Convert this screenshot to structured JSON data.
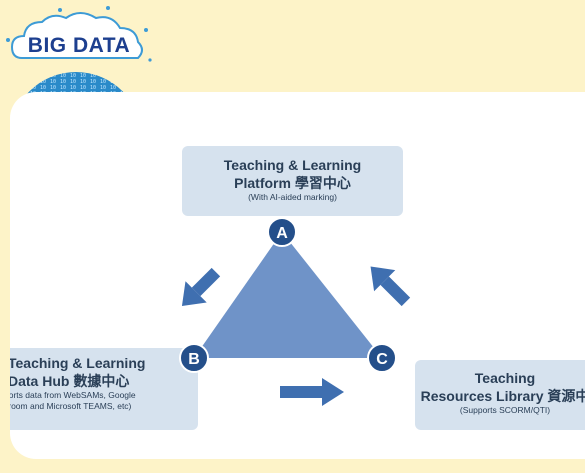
{
  "logo": {
    "text": "BIG DATA"
  },
  "diagram": {
    "node_a": {
      "letter": "A",
      "line1": "Teaching & Learning",
      "line2": "Platform 學習中心",
      "note": "(With AI-aided marking)"
    },
    "node_b": {
      "letter": "B",
      "line1": "Teaching & Learning",
      "line2": "Data Hub 數據中心",
      "note1": "ports data from WebSAMs, Google",
      "note2": "sroom and Microsoft TEAMS, etc)"
    },
    "node_c": {
      "letter": "C",
      "line1": "Teaching",
      "line2": "Resources Library 資源中",
      "note": "(Supports SCORM/QTI)"
    }
  },
  "colors": {
    "background": "#fdf3c8",
    "triangle": "#6f93c8",
    "node_circle": "#244f8a",
    "arrow": "#3f6fb0",
    "box": "#d6e2ee"
  }
}
